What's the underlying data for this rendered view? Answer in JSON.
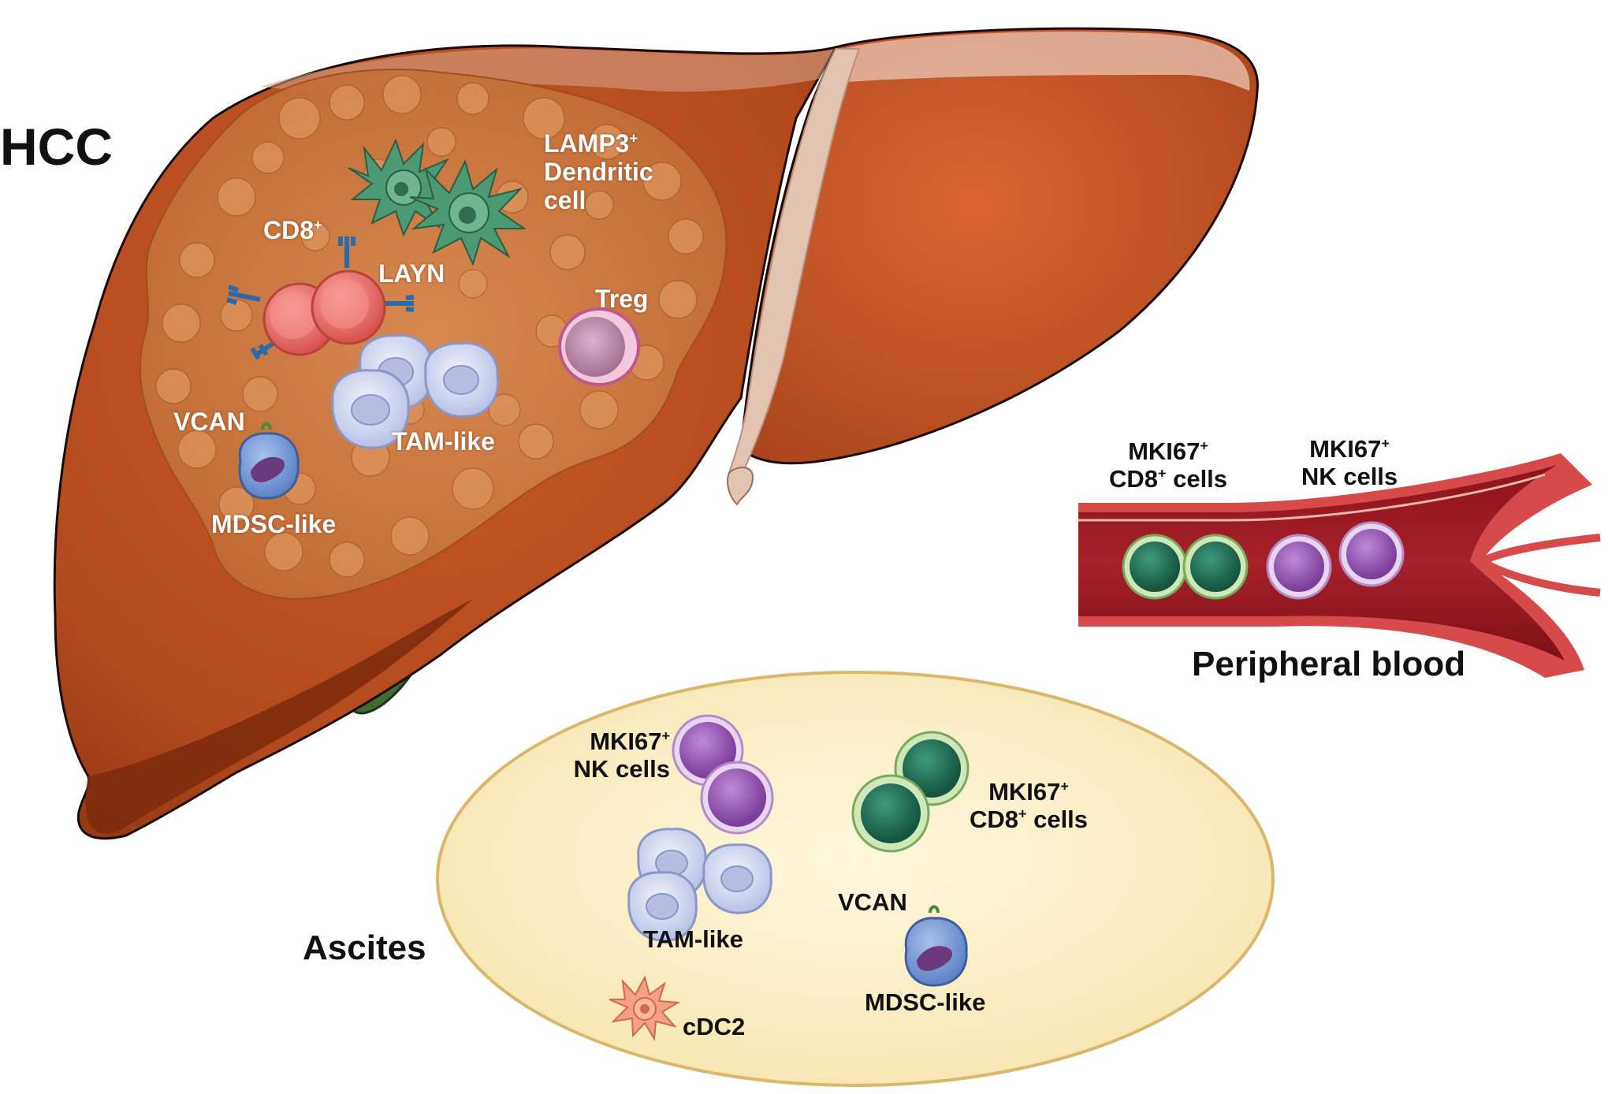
{
  "colors": {
    "liver": "#b24a1d",
    "liver_dark": "#8f3512",
    "tumor": "#cf7e45",
    "ligament": "#e3c3b1",
    "gallbladder": "#3f6b34",
    "ascites_fill": "#fbf1c6",
    "ascites_stroke": "#dcb76b",
    "vessel": "#9c1820",
    "vessel_wall": "#d64a4a",
    "cd8_cell": "#1f6a52",
    "nk_cell": "#9a5fb8",
    "dendritic": "#4c9a73",
    "tam": "#c9d0ee",
    "mdsc": "#6f93cf",
    "treg": "#c791b3",
    "layn_cell": "#e46a64",
    "cdc2": "#ef8a6b",
    "receptor": "#2d6aa8"
  },
  "labels": {
    "hcc": "HCC",
    "lamp3_base": "LAMP3",
    "lamp3_sup": "+",
    "dendritic": "Dendritic",
    "cell": "cell",
    "cd8_base": "CD8",
    "cd8_sup": "+",
    "layn": "LAYN",
    "treg": "Treg",
    "vcan_tumor": "VCAN",
    "tam_tumor": "TAM-like",
    "mdsc_tumor": "MDSC-like",
    "blood_mki67_cd8_base": "MKI67",
    "blood_mki67_cd8_sup": "+",
    "blood_cd8_base": "CD8",
    "blood_cd8_sup": "+",
    "blood_cd8_suffix": " cells",
    "blood_mki67_nk_base": "MKI67",
    "blood_mki67_nk_sup": "+",
    "blood_nk": "NK cells",
    "peripheral_blood": "Peripheral blood",
    "ascites": "Ascites",
    "asc_mki67_nk_base": "MKI67",
    "asc_mki67_nk_sup": "+",
    "asc_nk": "NK cells",
    "asc_mki67_cd8_base": "MKI67",
    "asc_mki67_cd8_sup": "+",
    "asc_cd8_base": "CD8",
    "asc_cd8_sup": "+",
    "asc_cd8_suffix": " cells",
    "asc_tam": "TAM-like",
    "asc_vcan": "VCAN",
    "asc_mdsc": "MDSC-like",
    "asc_cdc2": "cDC2"
  }
}
